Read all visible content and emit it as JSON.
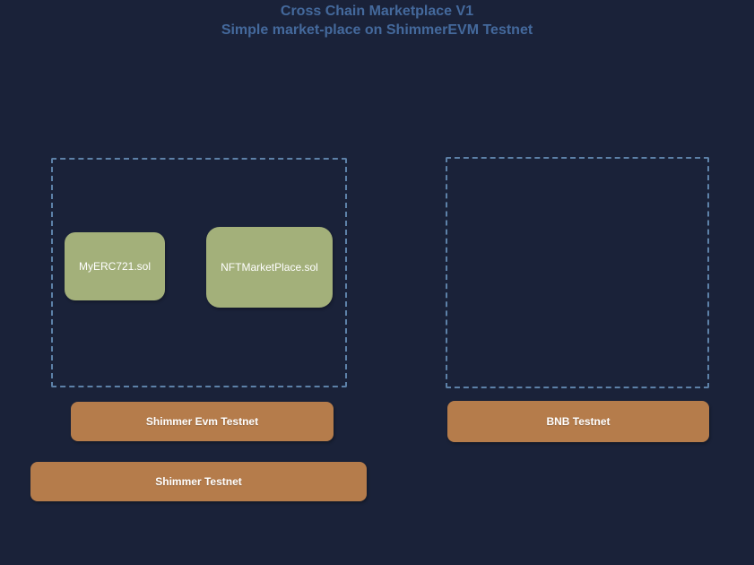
{
  "app": {
    "background_color": "#1a2239",
    "zone_border_color": "#5d81a8",
    "contract_node_color": "#a3b07a",
    "chain_button_color": "#b57c4b",
    "title_color": "#44699c"
  },
  "header": {
    "title": "Cross Chain Marketplace V1",
    "subtitle": "Simple market-place on ShimmerEVM Testnet"
  },
  "diagram": {
    "left_zone": {
      "contracts": [
        {
          "label": "MyERC721.sol"
        },
        {
          "label": "NFTMarketPlace.sol"
        }
      ],
      "chain_button_label": "Shimmer Evm Testnet"
    },
    "right_zone": {
      "contracts": [],
      "chain_button_label": "BNB Testnet"
    },
    "l1_button_label": "Shimmer Testnet"
  }
}
